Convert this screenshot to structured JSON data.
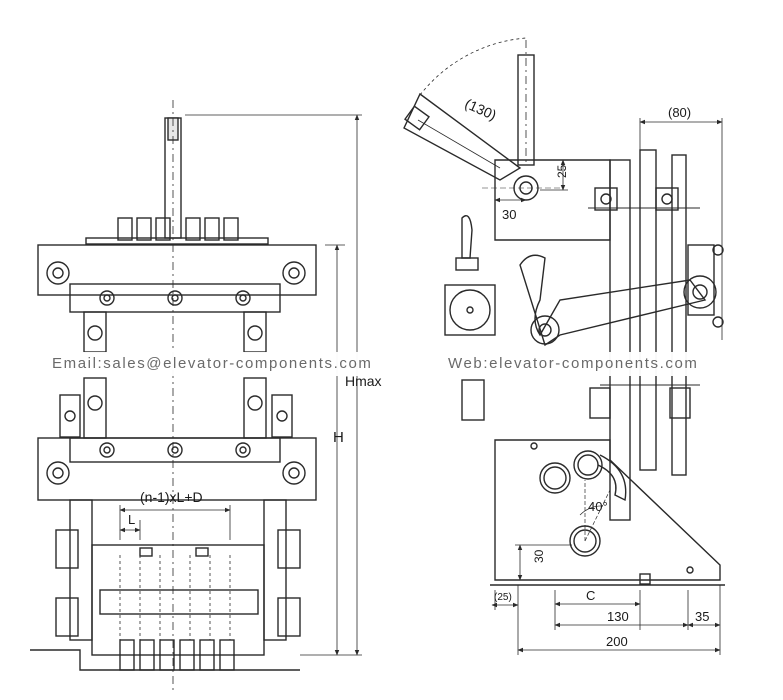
{
  "watermarks": {
    "email": "Email:sales@elevator-components.com",
    "web": "Web:elevator-components.com"
  },
  "front_view": {
    "height_label": "H",
    "hmax_label": "Hmax",
    "pitch_label": "(n-1)xL+D",
    "spacing_label": "L"
  },
  "side_view": {
    "handle_length": "(130)",
    "offset_top": "(80)",
    "dim_25": "25",
    "dim_30_upper": "30",
    "angle": "40°",
    "dim_30_lower": "30",
    "dim_25_base": "(25)",
    "dim_c": "C",
    "dim_130": "130",
    "dim_35": "35",
    "dim_200": "200"
  },
  "colors": {
    "line": "#2a2a2a",
    "watermark": "#6a6a6a"
  }
}
